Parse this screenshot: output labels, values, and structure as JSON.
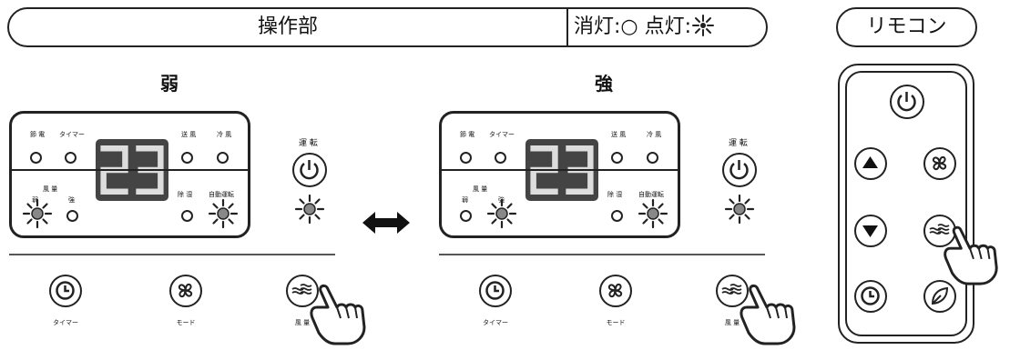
{
  "header": {
    "title": "操作部",
    "legend_off": "消灯:○",
    "legend_on": "点灯:",
    "remote_title": "リモコン"
  },
  "panels": [
    {
      "state": "弱",
      "top_labels": {
        "setsuden": "節 電",
        "timer": "タイマー",
        "soufuu": "送 風",
        "reifuu": "冷 風"
      },
      "fan_label": "風 量",
      "fan_weak": "弱",
      "fan_strong": "強",
      "dehumid": "除 湿",
      "auto": "自動運転",
      "display": "23",
      "power_label": "運 転"
    },
    {
      "state": "強",
      "top_labels": {
        "setsuden": "節 電",
        "timer": "タイマー",
        "soufuu": "送 風",
        "reifuu": "冷 風"
      },
      "fan_label": "風 量",
      "fan_weak": "弱",
      "fan_strong": "強",
      "dehumid": "除 湿",
      "auto": "自動運転",
      "display": "23",
      "power_label": "運 転"
    }
  ],
  "buttons": {
    "timer": "タイマー",
    "mode": "モード",
    "fan": "風 量"
  },
  "icons": {
    "power": "power-icon",
    "clock": "clock-icon",
    "fan": "fan-icon",
    "wind": "wind-icon",
    "up": "up-triangle-icon",
    "down": "down-triangle-icon",
    "leaf": "leaf-icon",
    "hand": "pointing-hand-icon",
    "lit": "lit-lamp-icon",
    "arrow": "double-arrow-icon"
  }
}
